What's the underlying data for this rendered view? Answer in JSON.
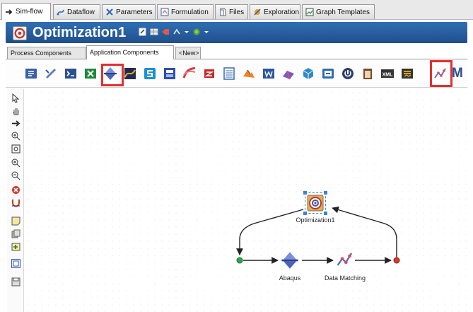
{
  "top_tabs": [
    {
      "label": "Sim-flow",
      "icon": "arrow-right-icon",
      "active": true
    },
    {
      "label": "Dataflow",
      "icon": "dataflow-icon"
    },
    {
      "label": "Parameters",
      "icon": "parameters-icon"
    },
    {
      "label": "Formulation",
      "icon": "formulation-icon"
    },
    {
      "label": "Files",
      "icon": "files-icon"
    },
    {
      "label": "Exploration",
      "icon": "exploration-icon"
    },
    {
      "label": "Graph Templates",
      "icon": "graph-templates-icon"
    }
  ],
  "title": {
    "text": "Optimization1",
    "logo_icon": "optimization-target-icon"
  },
  "sub_tabs": [
    {
      "label": "Process Components"
    },
    {
      "label": "Application Components",
      "active": true
    },
    {
      "label": "<New>"
    }
  ],
  "components": [
    {
      "icon": "import-component-icon",
      "color": "#3b5fa8"
    },
    {
      "icon": "script-component-icon",
      "color": "#5a7bc7"
    },
    {
      "icon": "terminal-component-icon",
      "color": "#2c4f8f"
    },
    {
      "icon": "excel-component-icon",
      "color": "#1f8a3a"
    },
    {
      "icon": "abaqus-component-icon",
      "color": "#5b73c8",
      "highlighted": true
    },
    {
      "icon": "analysis-component-icon",
      "color": "#d9542b"
    },
    {
      "icon": "simcode-component-icon",
      "color": "#1e8fd0"
    },
    {
      "icon": "calculator-component-icon",
      "color": "#2f4fa8"
    },
    {
      "icon": "wave-component-icon",
      "color": "#d23b3b"
    },
    {
      "icon": "solidworks-component-icon",
      "color": "#c62828"
    },
    {
      "icon": "sheet-component-icon",
      "color": "#3b6db0"
    },
    {
      "icon": "matlab-component-icon",
      "color": "#e6862a"
    },
    {
      "icon": "word-component-icon",
      "color": "#2b579a"
    },
    {
      "icon": "surface-component-icon",
      "color": "#7a5ac7"
    },
    {
      "icon": "cube-component-icon",
      "color": "#2f8ac7"
    },
    {
      "icon": "database-component-icon",
      "color": "#2f6cb3"
    },
    {
      "icon": "power-component-icon",
      "color": "#2c3e70"
    },
    {
      "icon": "clipboard-component-icon",
      "color": "#7a4b2a"
    },
    {
      "icon": "xml-component-icon",
      "color": "#333333"
    },
    {
      "icon": "batch-component-icon",
      "color": "#d6a21e"
    },
    {
      "icon": "data-matching-component-icon",
      "color": "#4a6fb8",
      "highlighted": true
    },
    {
      "icon": "m-component-icon",
      "color": "#2c4f8f",
      "glyph": "M"
    }
  ],
  "left_tools": [
    "select-arrow-icon",
    "pan-hand-icon",
    "connect-arrow-icon",
    "zoom-in-icon",
    "fit-view-icon",
    "zoom-in-small-icon",
    "zoom-out-icon",
    "stop-icon",
    "magnet-icon",
    "note-icon",
    "copy-icon",
    "paste-icon",
    "frame-icon",
    "save-icon"
  ],
  "workflow": {
    "optimizer": {
      "label": "Optimization1",
      "icon": "optimization-target-icon"
    },
    "abaqus": {
      "label": "Abaqus",
      "icon": "abaqus-component-icon"
    },
    "data_matching": {
      "label": "Data Matching",
      "icon": "data-matching-component-icon"
    },
    "start": {
      "icon": "start-node-icon",
      "color": "#2ea84a"
    },
    "end": {
      "icon": "end-node-icon",
      "color": "#d63a2b"
    }
  }
}
